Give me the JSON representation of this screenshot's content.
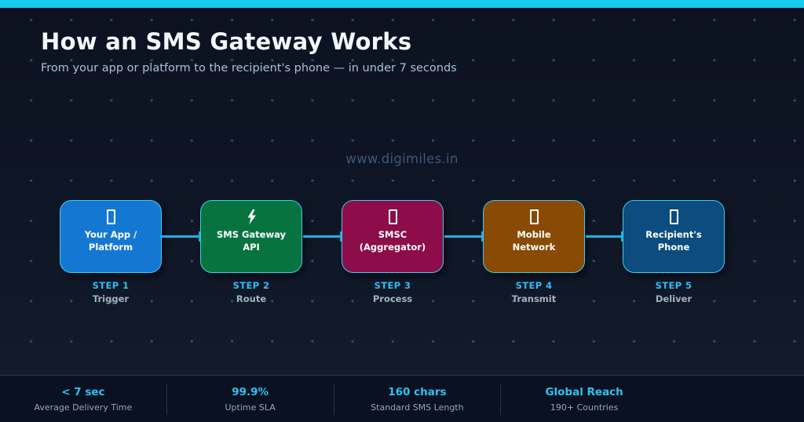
{
  "header": {
    "title": "How an SMS Gateway Works",
    "subtitle": "From your app or platform to the recipient's phone — in under 7 seconds",
    "watermark": "www.digimiles.in"
  },
  "colors": {
    "top_bar": "#18c9ee",
    "background": "#0d1422",
    "footer_background": "#0a1120",
    "accent_cyan": "#2fbdf1",
    "card_border": "#41cbee",
    "connector": "#17b5e6"
  },
  "steps": [
    {
      "icon": "app-window-icon",
      "title_line1": "Your App /",
      "title_line2": "Platform",
      "step_label": "STEP 1",
      "step_name": "Trigger",
      "card_color": "#1478d2"
    },
    {
      "icon": "lightning-bolt-icon",
      "title_line1": "SMS Gateway",
      "title_line2": "API",
      "step_label": "STEP 2",
      "step_name": "Route",
      "card_color": "#077440"
    },
    {
      "icon": "server-icon",
      "title_line1": "SMSC",
      "title_line2": "(Aggregator)",
      "step_label": "STEP 3",
      "step_name": "Process",
      "card_color": "#8d0c4a"
    },
    {
      "icon": "antenna-icon",
      "title_line1": "Mobile",
      "title_line2": "Network",
      "step_label": "STEP 4",
      "step_name": "Transmit",
      "card_color": "#884a04"
    },
    {
      "icon": "phone-icon",
      "title_line1": "Recipient's",
      "title_line2": "Phone",
      "step_label": "STEP 5",
      "step_name": "Deliver",
      "card_color": "#0d4c7e"
    }
  ],
  "stats": [
    {
      "value": "< 7 sec",
      "label": "Average Delivery Time"
    },
    {
      "value": "99.9%",
      "label": "Uptime SLA"
    },
    {
      "value": "160 chars",
      "label": "Standard SMS Length"
    },
    {
      "value": "Global Reach",
      "label": "190+ Countries"
    }
  ]
}
